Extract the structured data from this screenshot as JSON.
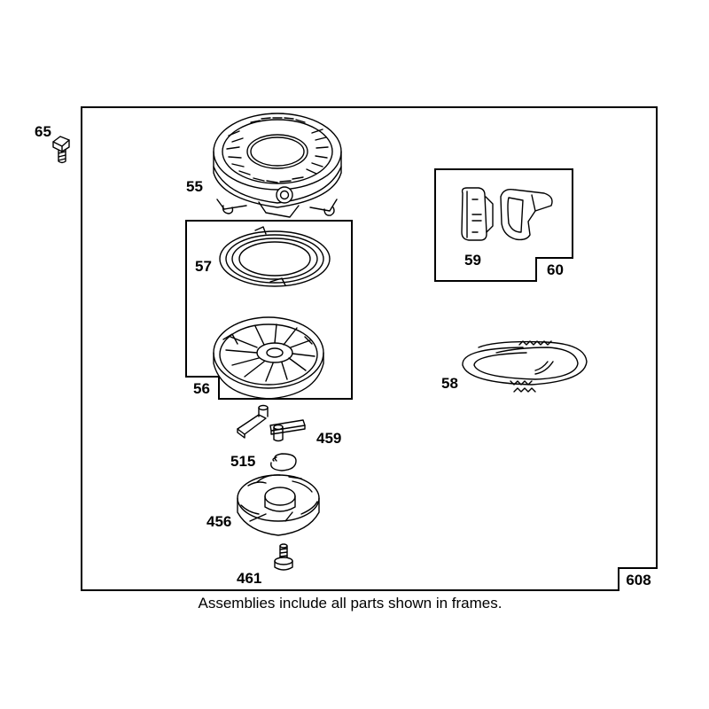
{
  "assemblies": {
    "main": "608",
    "pulley": "56",
    "handle": "60"
  },
  "parts": {
    "bolt": "65",
    "housing": "55",
    "spring": "57",
    "handle_insert": "59",
    "rope": "58",
    "pawl": "459",
    "clip": "515",
    "cup": "456",
    "screw": "461"
  },
  "footnote": "Assemblies include all parts shown in frames."
}
